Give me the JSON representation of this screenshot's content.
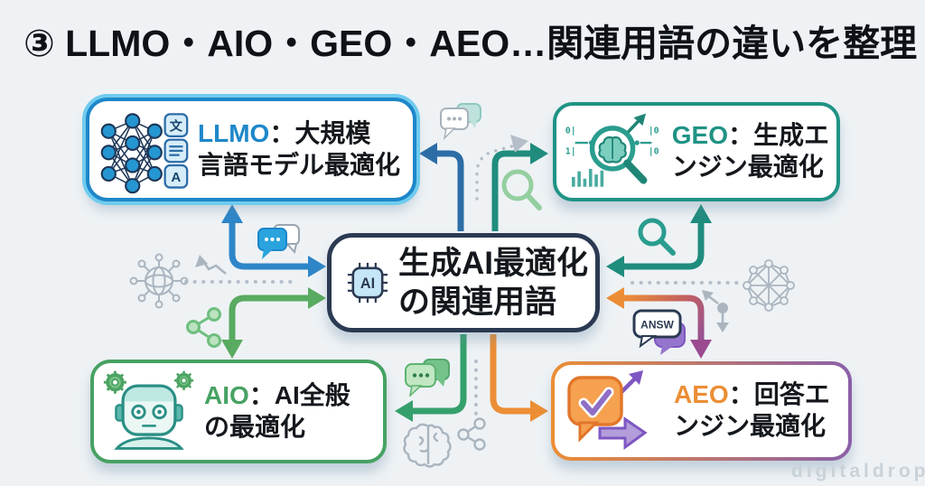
{
  "title": "③ LLMO・AIO・GEO・AEO…関連用語の違いを整理",
  "watermark": "digitaldrop",
  "colors": {
    "bg": "#eef2f5",
    "navy": "#2b3a52",
    "llmo": "#1d87c9",
    "llmo-outer": "#6fcbee",
    "geo": "#1f9385",
    "aio": "#47a263",
    "aeo-orange": "#ec8e35",
    "aeo-purple": "#8a5fa8",
    "arrow-blue": "#2e86c8",
    "arrow-steel": "#2c6da6",
    "arrow-teal": "#1f8c7d",
    "arrow-green": "#58ab60",
    "arrow-green2": "#35a06b",
    "arrow-orange": "#ec8e35",
    "arrow-purple": "#9a4b8f",
    "gray": "#aab5bf",
    "dot": "#b4bfc9"
  },
  "center": {
    "chip_label": "AI",
    "line1": "生成AI最適化",
    "line2": "の関連用語"
  },
  "nodes": {
    "llmo": {
      "acronym": "LLMO",
      "rest1": "：大規模",
      "rest2": "言語モデル最適化",
      "badge_top": "文",
      "badge_bottom": "A"
    },
    "geo": {
      "acronym": "GEO",
      "rest1": "：生成エ",
      "rest2": "ンジン最適化"
    },
    "aio": {
      "acronym": "AIO",
      "rest1": "：AI全般",
      "rest2": "の最適化"
    },
    "aeo": {
      "acronym": "AEO",
      "rest1": "：回答エ",
      "rest2": "ンジン最適化"
    }
  },
  "decor": {
    "answ_label": "ANSW"
  },
  "connections": [
    {
      "from": "llmo",
      "to": "center",
      "style": "blue",
      "bidirectional": true
    },
    {
      "from": "center",
      "to": "llmo",
      "style": "steel-blue"
    },
    {
      "from": "aio",
      "to": "center",
      "style": "green",
      "bidirectional": true
    },
    {
      "from": "center",
      "to": "aio",
      "style": "green"
    },
    {
      "from": "geo",
      "to": "center",
      "style": "teal",
      "bidirectional": true
    },
    {
      "from": "center",
      "to": "geo",
      "style": "teal"
    },
    {
      "from": "center",
      "to": "aeo",
      "style": "orange-purple-gradient",
      "bidirectional": true
    },
    {
      "from": "center",
      "to": "aeo",
      "style": "orange"
    }
  ]
}
